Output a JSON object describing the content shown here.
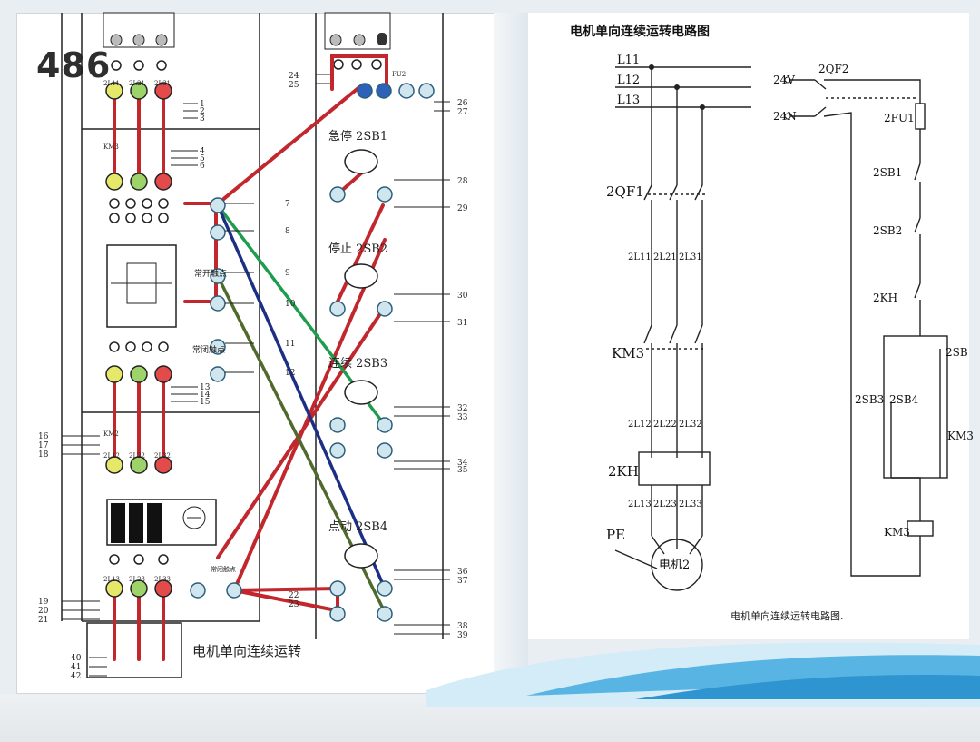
{
  "page_number": "486",
  "panel": {
    "title": "电机单向连续运转",
    "km_label": "KM3",
    "km2_label": "KM2",
    "fu_label": "FU2",
    "mid_labels": {
      "no_contact": "常开触点",
      "nc_contact": "常闭触点",
      "nc_contact_small": "常闭触点"
    },
    "top_terminals": [
      "2L11",
      "2L21",
      "2L31"
    ],
    "mid_terminals": [
      "2L12",
      "2L22",
      "2L32"
    ],
    "bottom_terminals": [
      "2L13",
      "2L23",
      "2L33"
    ],
    "left_numbers": [
      "16",
      "17",
      "18",
      "19",
      "20",
      "21",
      "40",
      "41",
      "42"
    ],
    "mid_numbers": [
      "1",
      "2",
      "3",
      "4",
      "5",
      "6",
      "7",
      "8",
      "9",
      "10",
      "11",
      "12",
      "13",
      "14",
      "15",
      "22",
      "23"
    ],
    "right_numbers": [
      "24",
      "25",
      "26",
      "27",
      "28",
      "29",
      "30",
      "31",
      "32",
      "33",
      "34",
      "35",
      "36",
      "37",
      "38",
      "39"
    ],
    "buttons": {
      "sb1": "急停 2SB1",
      "sb2": "停止 2SB2",
      "sb3": "连续 2SB3",
      "sb4": "点动 2SB4"
    }
  },
  "circuit": {
    "title": "电机单向连续运转电路图",
    "caption": "电机单向连续运转电路图.",
    "lines": [
      "L11",
      "L12",
      "L13"
    ],
    "qf1": "2QF1",
    "phase_labels_1": [
      "2L11",
      "2L21",
      "2L31"
    ],
    "km": "KM3",
    "phase_labels_2": [
      "2L12",
      "2L22",
      "2L32"
    ],
    "kh": "2KH",
    "phase_labels_3": [
      "2L13",
      "2L23",
      "2L33"
    ],
    "pe": "PE",
    "motor": "电机2",
    "v24": "24V",
    "n24": "24N",
    "qf2": "2QF2",
    "fu1": "2FU1",
    "sb1": "2SB1",
    "sb2": "2SB2",
    "kh_contact": "2KH",
    "sb3": "2SB3",
    "sb4": "2SB4",
    "sb4_right": "2SB",
    "km3_contact": "KM3",
    "km3_coil": "KM3"
  }
}
